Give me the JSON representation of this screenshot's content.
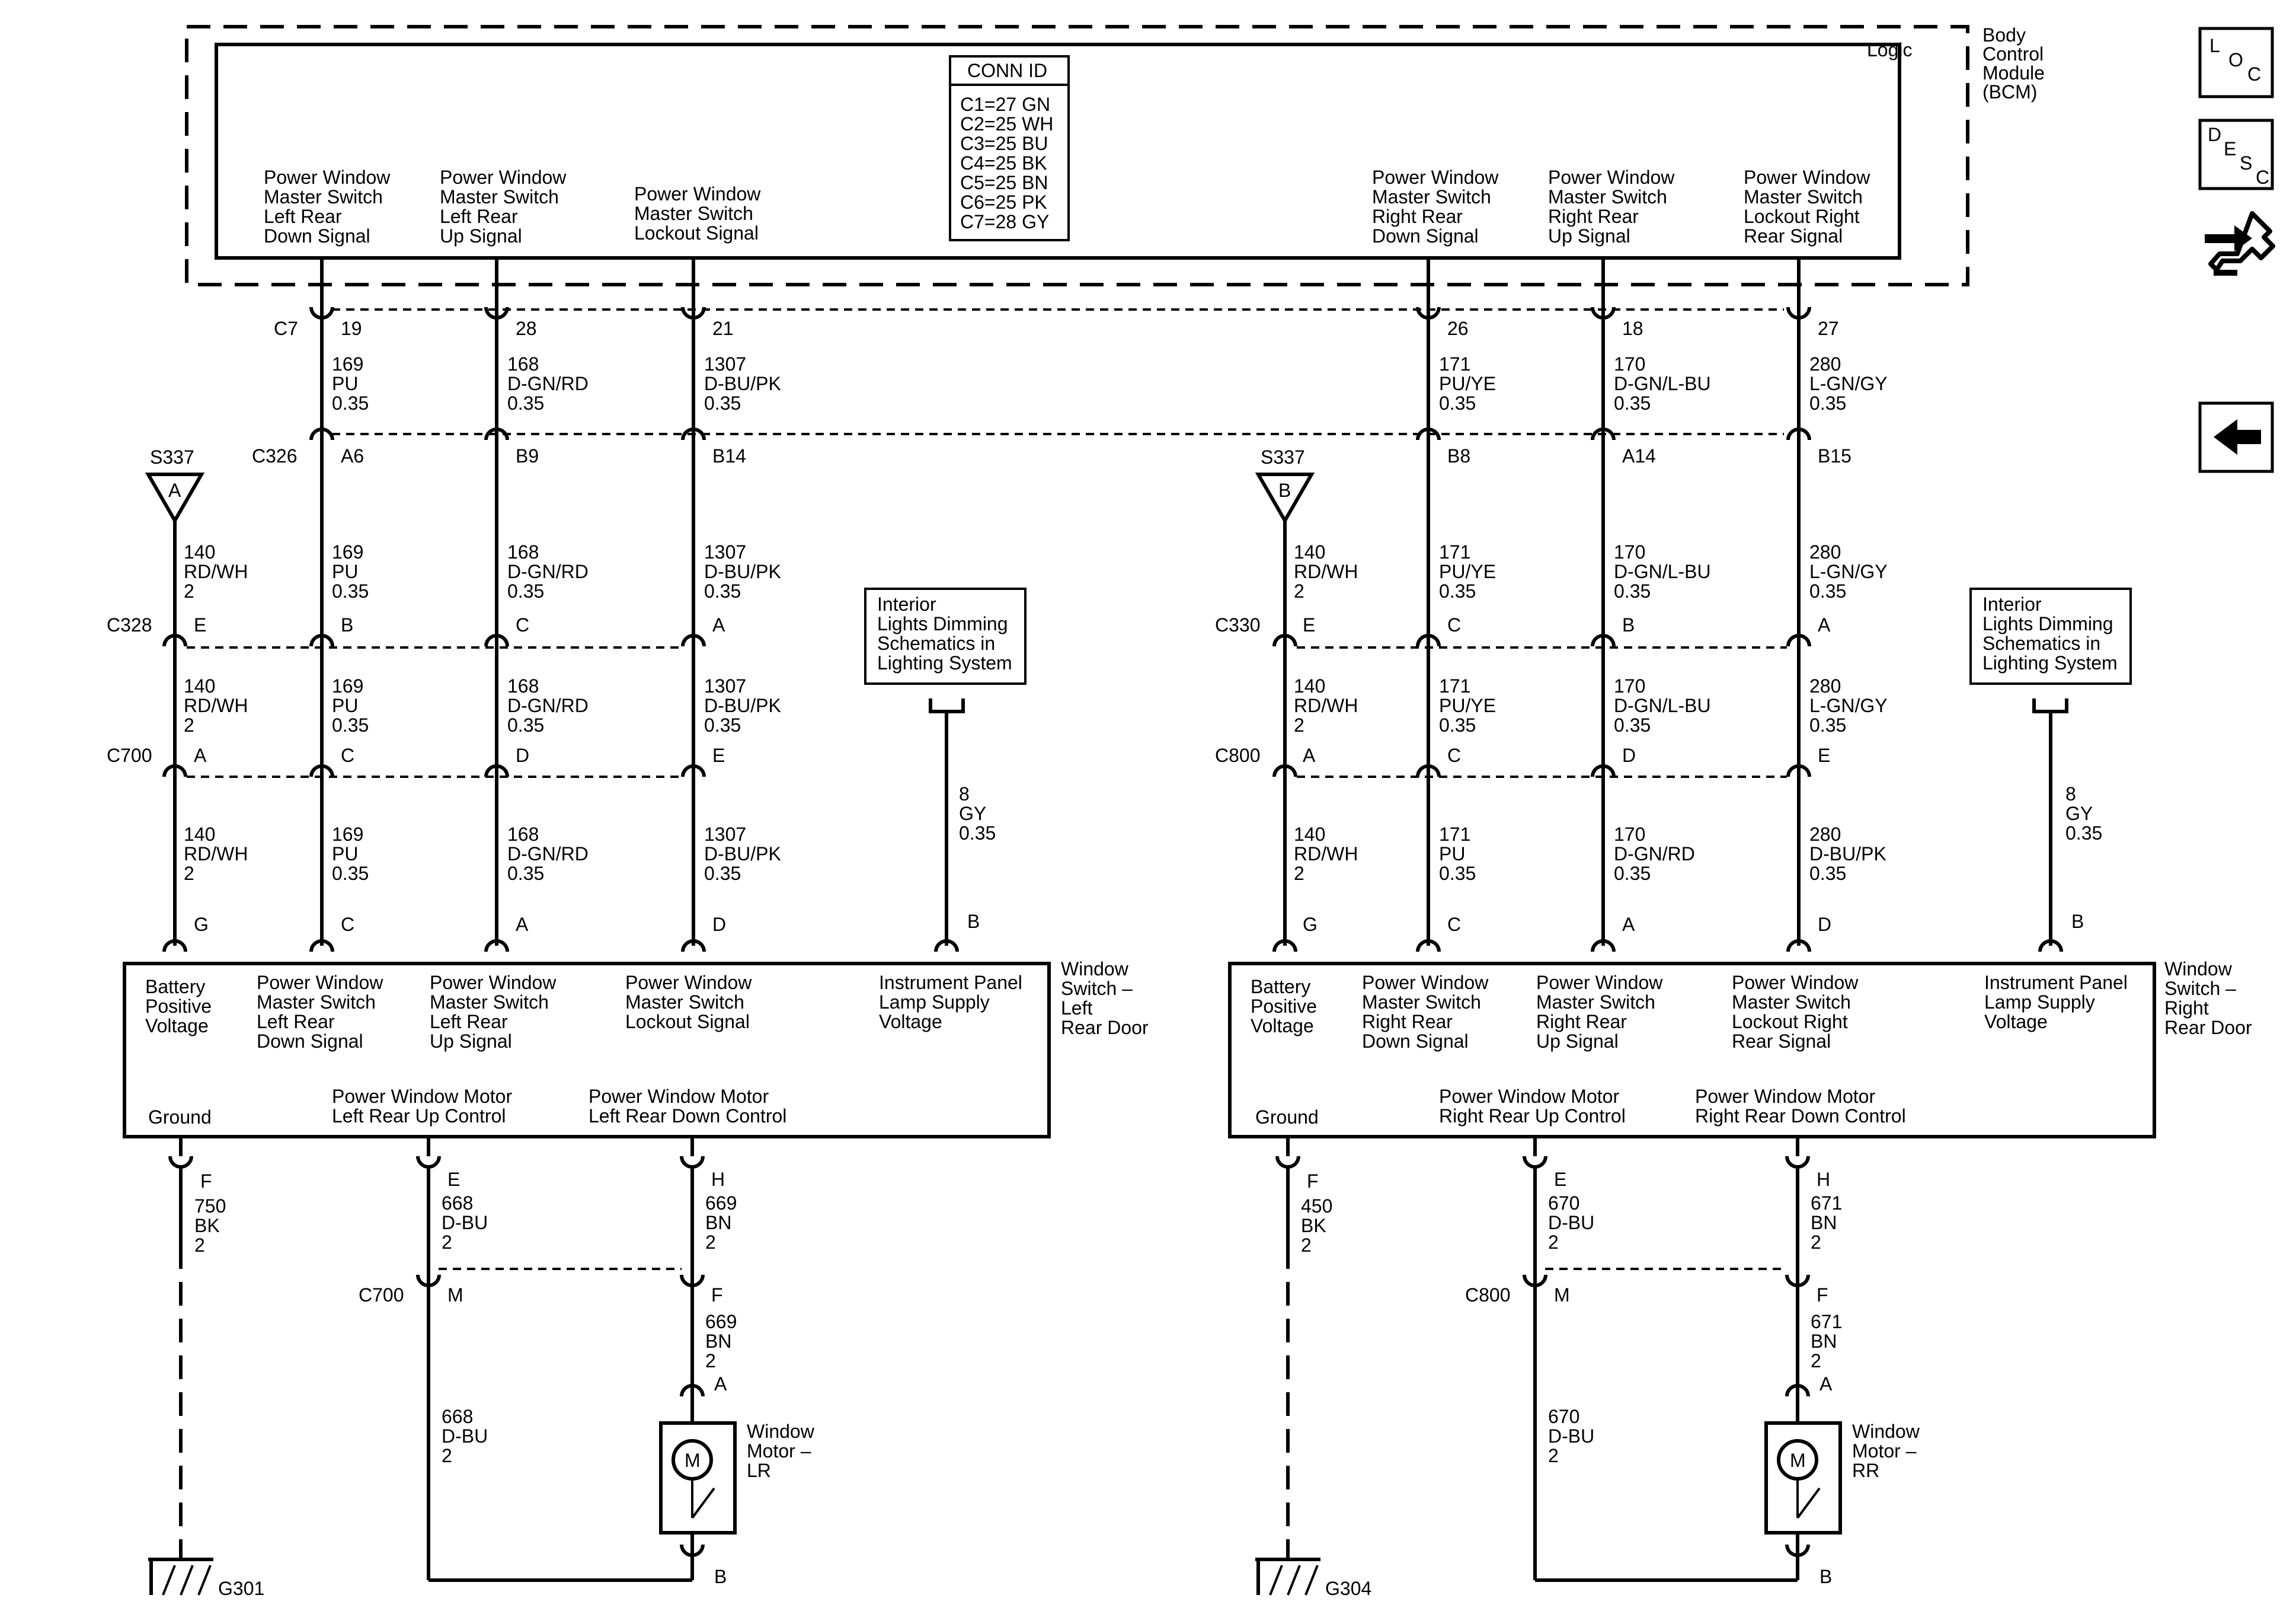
{
  "bcm": {
    "label_lines": [
      "Body",
      "Control",
      "Module",
      "(BCM)"
    ],
    "logic": "Logic",
    "conn_id_title": "CONN ID",
    "conn_ids": [
      "C1=27 GN",
      "C2=25 WH",
      "C3=25 BU",
      "C4=25 BK",
      "C5=25 BN",
      "C6=25 PK",
      "C7=28 GY"
    ],
    "signals": [
      [
        "Power Window",
        "Master Switch",
        "Left Rear",
        "Down Signal"
      ],
      [
        "Power Window",
        "Master Switch",
        "Left Rear",
        "Up Signal"
      ],
      [
        "Power Window",
        "Master Switch",
        "Lockout Signal"
      ],
      [
        "Power Window",
        "Master Switch",
        "Right Rear",
        "Down Signal"
      ],
      [
        "Power Window",
        "Master Switch",
        "Right Rear",
        "Up Signal"
      ],
      [
        "Power Window",
        "Master Switch",
        "Lockout Right",
        "Rear Signal"
      ]
    ],
    "connector": "C7",
    "pins": [
      "19",
      "28",
      "21",
      "26",
      "18",
      "27"
    ]
  },
  "wires_bcm_c326": [
    [
      "169",
      "PU",
      "0.35"
    ],
    [
      "168",
      "D-GN/RD",
      "0.35"
    ],
    [
      "1307",
      "D-BU/PK",
      "0.35"
    ],
    [
      "171",
      "PU/YE",
      "0.35"
    ],
    [
      "170",
      "D-GN/L-BU",
      "0.35"
    ],
    [
      "280",
      "L-GN/GY",
      "0.35"
    ]
  ],
  "c326": {
    "name": "C326",
    "pins": [
      "A6",
      "B9",
      "B14",
      "B8",
      "A14",
      "B15"
    ]
  },
  "left": {
    "splice_name": "S337",
    "splice_letter": "A",
    "c1": "C328",
    "c1_pins": [
      "E",
      "B",
      "C",
      "A"
    ],
    "c2": "C700",
    "c2_pins": [
      "A",
      "C",
      "D",
      "E"
    ],
    "wires_to_c1": [
      [
        "140",
        "RD/WH",
        "2"
      ],
      [
        "169",
        "PU",
        "0.35"
      ],
      [
        "168",
        "D-GN/RD",
        "0.35"
      ],
      [
        "1307",
        "D-BU/PK",
        "0.35"
      ]
    ],
    "wires_c1_c2": [
      [
        "140",
        "RD/WH",
        "2"
      ],
      [
        "169",
        "PU",
        "0.35"
      ],
      [
        "168",
        "D-GN/RD",
        "0.35"
      ],
      [
        "1307",
        "D-BU/PK",
        "0.35"
      ]
    ],
    "wires_c2_switch": [
      [
        "140",
        "RD/WH",
        "2"
      ],
      [
        "169",
        "PU",
        "0.35"
      ],
      [
        "168",
        "D-GN/RD",
        "0.35"
      ],
      [
        "1307",
        "D-BU/PK",
        "0.35"
      ]
    ],
    "switch_pins": [
      "G",
      "C",
      "A",
      "D",
      "B"
    ],
    "interior_box": [
      "Interior",
      "Lights Dimming",
      "Schematics in",
      "Lighting System"
    ],
    "interior_wire": [
      "8",
      "GY",
      "0.35"
    ],
    "switch_name": [
      "Window",
      "Switch –",
      "Left",
      "Rear Door"
    ],
    "switch_labels": [
      [
        "Battery",
        "Positive",
        "Voltage"
      ],
      [
        "Power Window",
        "Master Switch",
        "Left Rear",
        "Down Signal"
      ],
      [
        "Power Window",
        "Master Switch",
        "Left Rear",
        "Up Signal"
      ],
      [
        "Power Window",
        "Master Switch",
        "Lockout Signal"
      ],
      [
        "Instrument  Panel",
        "Lamp Supply",
        "Voltage"
      ]
    ],
    "ground_label": "Ground",
    "motor_up_label": [
      "Power Window Motor",
      "Left Rear Up Control"
    ],
    "motor_down_label": [
      "Power Window Motor",
      "Left Rear Down Control"
    ],
    "bottom_pins": [
      "F",
      "E",
      "H"
    ],
    "ground_wire": [
      "750",
      "BK",
      "2"
    ],
    "up_wire": [
      "668",
      "D-BU",
      "2"
    ],
    "down_wire": [
      "669",
      "BN",
      "2"
    ],
    "c3": "C700",
    "c3_pins": [
      "M",
      "F"
    ],
    "motor_wire": [
      "669",
      "BN",
      "2"
    ],
    "return_wire": [
      "668",
      "D-BU",
      "2"
    ],
    "motor_pin_a": "A",
    "motor_pin_b": "B",
    "motor_symbol": "M",
    "motor_name": [
      "Window",
      "Motor –",
      "LR"
    ],
    "ground_name": "G301"
  },
  "right": {
    "splice_name": "S337",
    "splice_letter": "B",
    "c1": "C330",
    "c1_pins": [
      "E",
      "C",
      "B",
      "A"
    ],
    "c2": "C800",
    "c2_pins": [
      "A",
      "C",
      "D",
      "E"
    ],
    "wires_to_c1": [
      [
        "140",
        "RD/WH",
        "2"
      ],
      [
        "171",
        "PU/YE",
        "0.35"
      ],
      [
        "170",
        "D-GN/L-BU",
        "0.35"
      ],
      [
        "280",
        "L-GN/GY",
        "0.35"
      ]
    ],
    "wires_c1_c2": [
      [
        "140",
        "RD/WH",
        "2"
      ],
      [
        "171",
        "PU/YE",
        "0.35"
      ],
      [
        "170",
        "D-GN/L-BU",
        "0.35"
      ],
      [
        "280",
        "L-GN/GY",
        "0.35"
      ]
    ],
    "wires_c2_switch": [
      [
        "140",
        "RD/WH",
        "2"
      ],
      [
        "171",
        "PU",
        "0.35"
      ],
      [
        "170",
        "D-GN/RD",
        "0.35"
      ],
      [
        "280",
        "D-BU/PK",
        "0.35"
      ]
    ],
    "switch_pins": [
      "G",
      "C",
      "A",
      "D",
      "B"
    ],
    "interior_box": [
      "Interior",
      "Lights Dimming",
      "Schematics in",
      "Lighting System"
    ],
    "interior_wire": [
      "8",
      "GY",
      "0.35"
    ],
    "switch_name": [
      "Window",
      "Switch –",
      "Right",
      "Rear Door"
    ],
    "switch_labels": [
      [
        "Battery",
        "Positive",
        "Voltage"
      ],
      [
        "Power Window",
        "Master Switch",
        "Right Rear",
        "Down Signal"
      ],
      [
        "Power Window",
        "Master Switch",
        "Right Rear",
        "Up Signal"
      ],
      [
        "Power Window",
        "Master Switch",
        "Lockout Right",
        "Rear Signal"
      ],
      [
        "Instrument  Panel",
        "Lamp Supply",
        "Voltage"
      ]
    ],
    "ground_label": "Ground",
    "motor_up_label": [
      "Power Window Motor",
      "Right Rear Up Control"
    ],
    "motor_down_label": [
      "Power Window Motor",
      "Right Rear Down Control"
    ],
    "bottom_pins": [
      "F",
      "E",
      "H"
    ],
    "ground_wire": [
      "450",
      "BK",
      "2"
    ],
    "up_wire": [
      "670",
      "D-BU",
      "2"
    ],
    "down_wire": [
      "671",
      "BN",
      "2"
    ],
    "c3": "C800",
    "c3_pins": [
      "M",
      "F"
    ],
    "motor_wire": [
      "671",
      "BN",
      "2"
    ],
    "return_wire": [
      "670",
      "D-BU",
      "2"
    ],
    "motor_pin_a": "A",
    "motor_pin_b": "B",
    "motor_symbol": "M",
    "motor_name": [
      "Window",
      "Motor –",
      "RR"
    ],
    "ground_name": "G304"
  },
  "side_nav": {
    "loc": [
      "L",
      "O",
      "C"
    ],
    "desc": [
      "D",
      "E",
      "S",
      "C"
    ],
    "back_icon": "left-arrow-icon",
    "wiring_icon": "connector-hand-icon"
  }
}
